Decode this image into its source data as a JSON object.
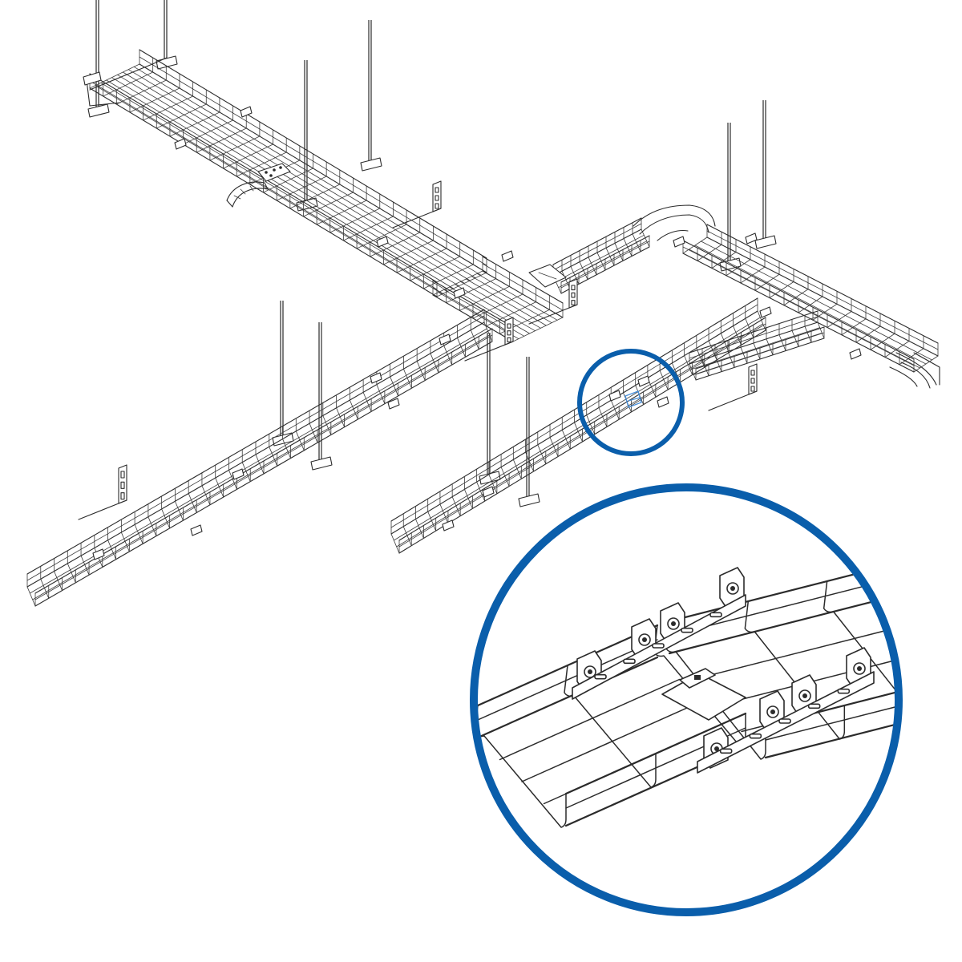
{
  "drawing": {
    "subject": "wire-mesh-cable-tray-installation",
    "line_color": "#2b2b2b",
    "background_color": "#ffffff",
    "highlight_color": "#0a5eab",
    "joint_mark_color": "#4a90d9"
  },
  "callout": {
    "detail": "tray-joint-with-splice-couplers"
  },
  "icons": {
    "hanger": "threaded-rod-hanger",
    "bracket": "wall-bracket",
    "coupler": "splice-coupler"
  }
}
